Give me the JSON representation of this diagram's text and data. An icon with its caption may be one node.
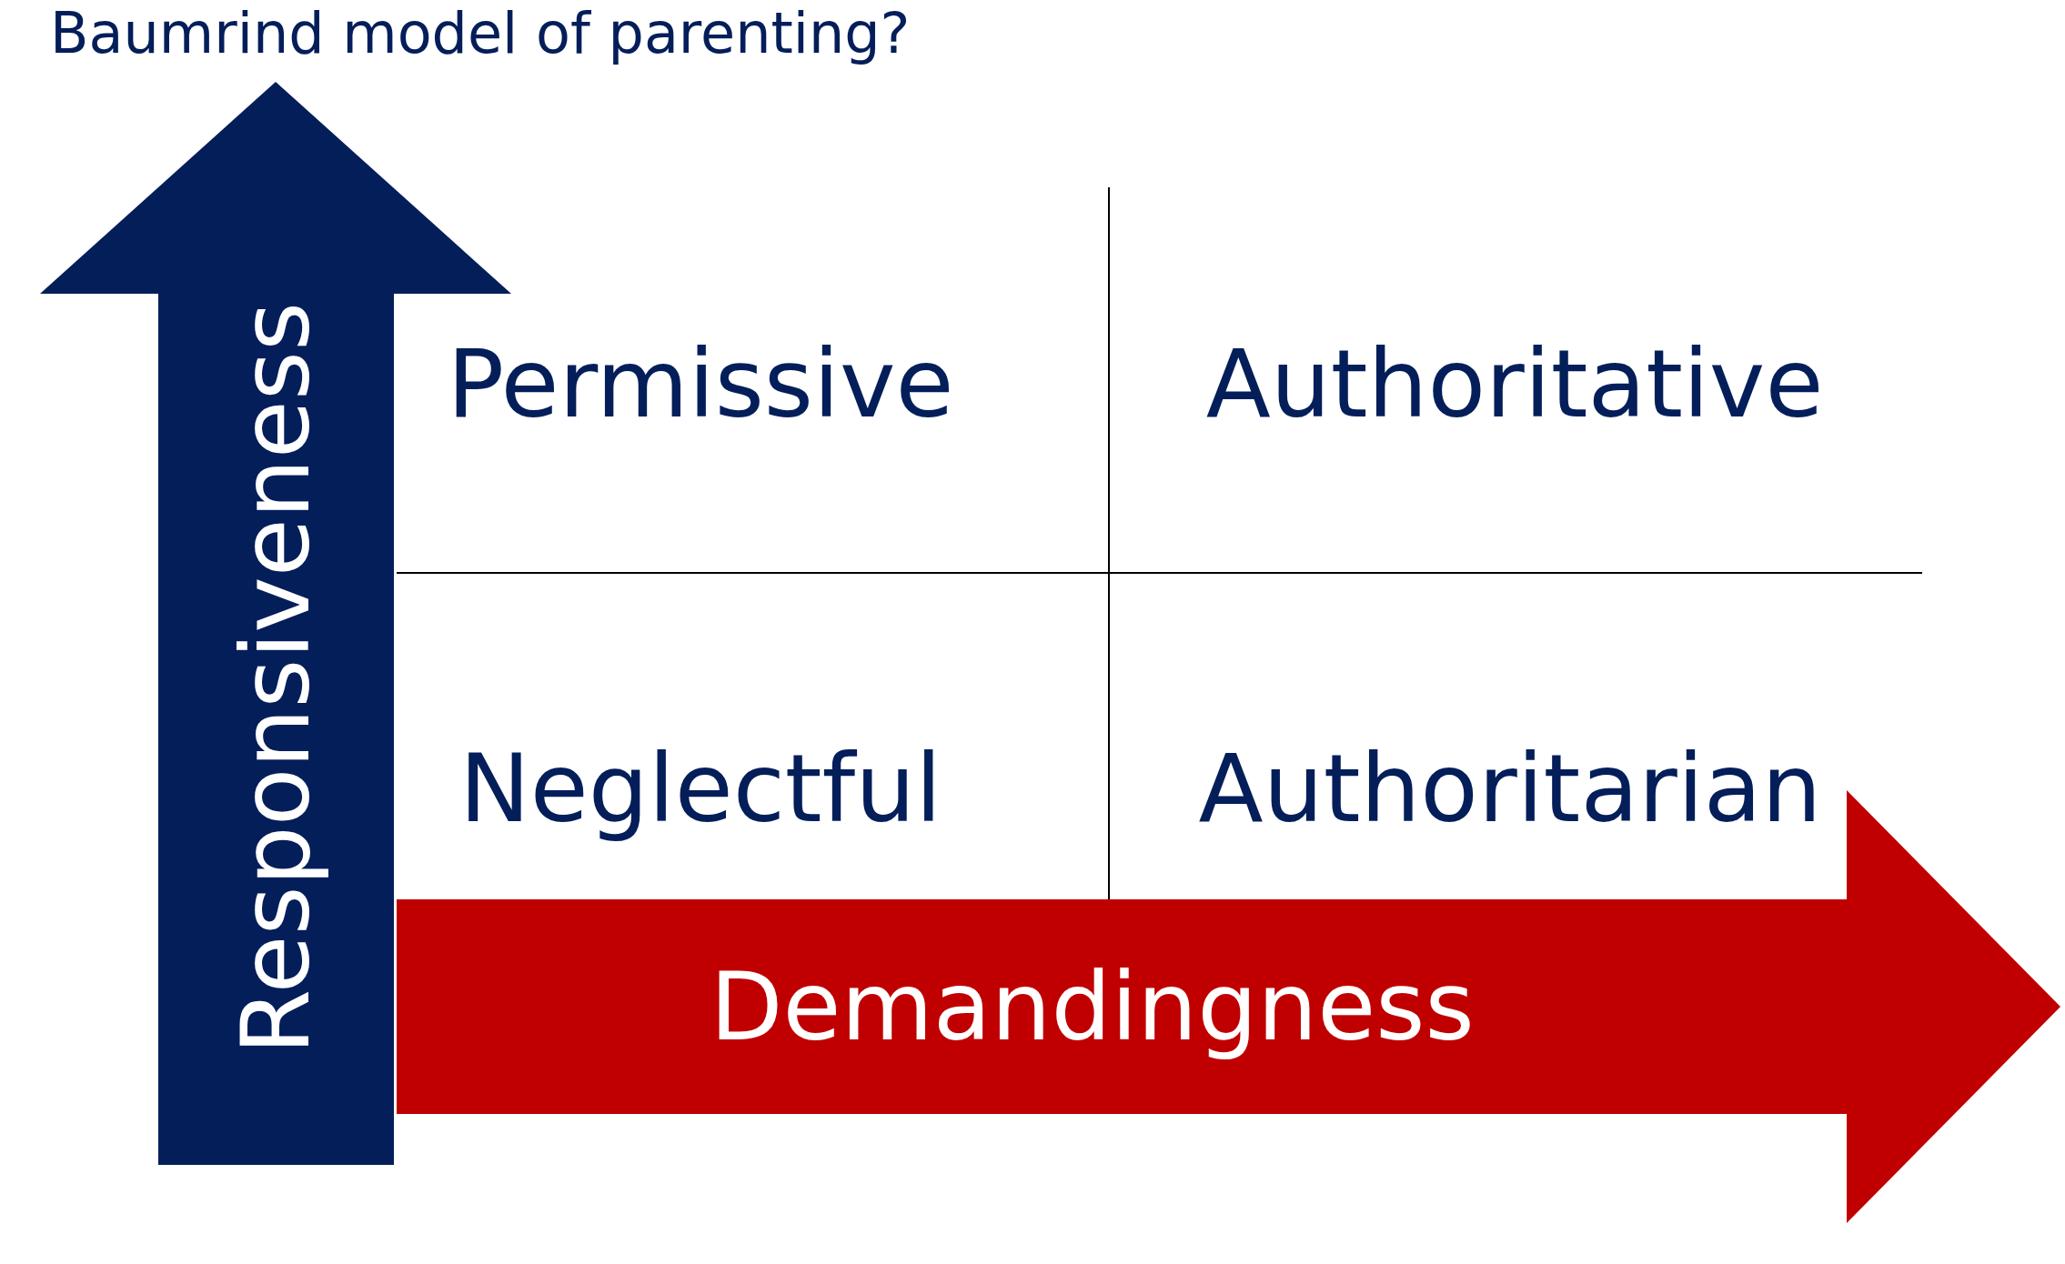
{
  "diagram": {
    "title": "Baumrind model of parenting?",
    "nodes": [
      {
        "text": [
          "Responsiveness"
        ]
      },
      {
        "text": [
          "Demandingness"
        ]
      }
    ],
    "labels": [
      "Permissive",
      "Authoritative",
      "Neglectful",
      "Authoritarian"
    ]
  }
}
